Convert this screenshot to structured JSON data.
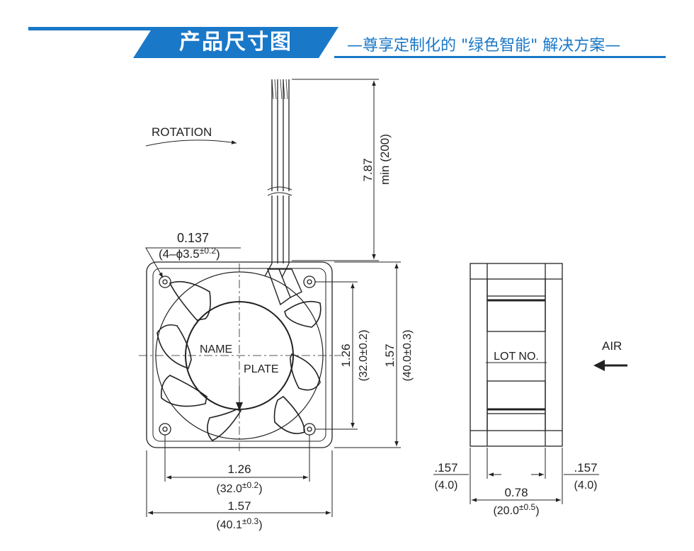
{
  "header": {
    "title": "产品尺寸图",
    "subtitle": "—尊享定制化的 \"绿色智能\" 解决方案—",
    "accent_color": "#1a78c8"
  },
  "front_view": {
    "rotation_label": "ROTATION",
    "hole_dim": "0.137",
    "hole_dim_mm": "(4–ϕ3.5",
    "hole_tol": "±0.2",
    "hole_close": ")",
    "name_label": "NAME",
    "plate_label": "PLATE",
    "lead_length": "7.87",
    "lead_length_mm": "min (200)",
    "hole_pitch_v": "1.26",
    "hole_pitch_v_mm": "(32.0±0.2)",
    "overall_v": "1.57",
    "overall_v_mm": "(40.0±0.3)",
    "hole_pitch_h": "1.26",
    "hole_pitch_h_mm": "(32.0",
    "hole_pitch_h_tol": "±0.2",
    "hole_pitch_h_close": ")",
    "overall_h": "1.57",
    "overall_h_mm": "(40.1",
    "overall_h_tol": "±0.3",
    "overall_h_close": ")"
  },
  "side_view": {
    "lot_label": "LOT NO.",
    "air_label": "AIR",
    "left_flange": ".157",
    "left_flange_mm": "(4.0)",
    "right_flange": ".157",
    "right_flange_mm": "(4.0)",
    "depth": "0.78",
    "depth_mm": "(20.0",
    "depth_tol": "±0.5",
    "depth_close": ")"
  }
}
